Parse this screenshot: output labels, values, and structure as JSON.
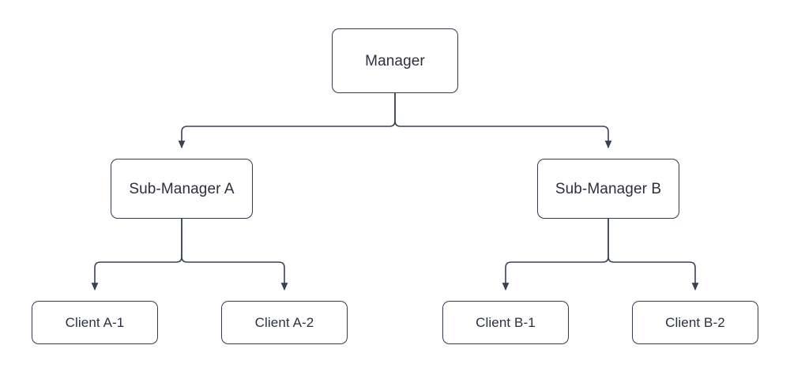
{
  "diagram": {
    "type": "organization-hierarchy-tree",
    "orientation": "top-down",
    "levels": 3,
    "colors": {
      "background": "#ffffff",
      "node_fill": "#ffffff",
      "node_border": "#333b4f",
      "node_text": "#2b3040",
      "edge": "#3a4154",
      "arrowhead": "#3a4154"
    },
    "nodes": {
      "root": {
        "id": "manager",
        "label": "Manager"
      },
      "mid_a": {
        "id": "sub-manager-a",
        "label": "Sub-Manager A"
      },
      "mid_b": {
        "id": "sub-manager-b",
        "label": "Sub-Manager B"
      },
      "leaf_a1": {
        "id": "client-a-1",
        "label": "Client A-1"
      },
      "leaf_a2": {
        "id": "client-a-2",
        "label": "Client A-2"
      },
      "leaf_b1": {
        "id": "client-b-1",
        "label": "Client B-1"
      },
      "leaf_b2": {
        "id": "client-b-2",
        "label": "Client B-2"
      }
    },
    "edges": [
      {
        "from": "manager",
        "to": "sub-manager-a",
        "arrow": "to"
      },
      {
        "from": "manager",
        "to": "sub-manager-b",
        "arrow": "to"
      },
      {
        "from": "sub-manager-a",
        "to": "client-a-1",
        "arrow": "to"
      },
      {
        "from": "sub-manager-a",
        "to": "client-a-2",
        "arrow": "to"
      },
      {
        "from": "sub-manager-b",
        "to": "client-b-1",
        "arrow": "to"
      },
      {
        "from": "sub-manager-b",
        "to": "client-b-2",
        "arrow": "to"
      }
    ]
  }
}
